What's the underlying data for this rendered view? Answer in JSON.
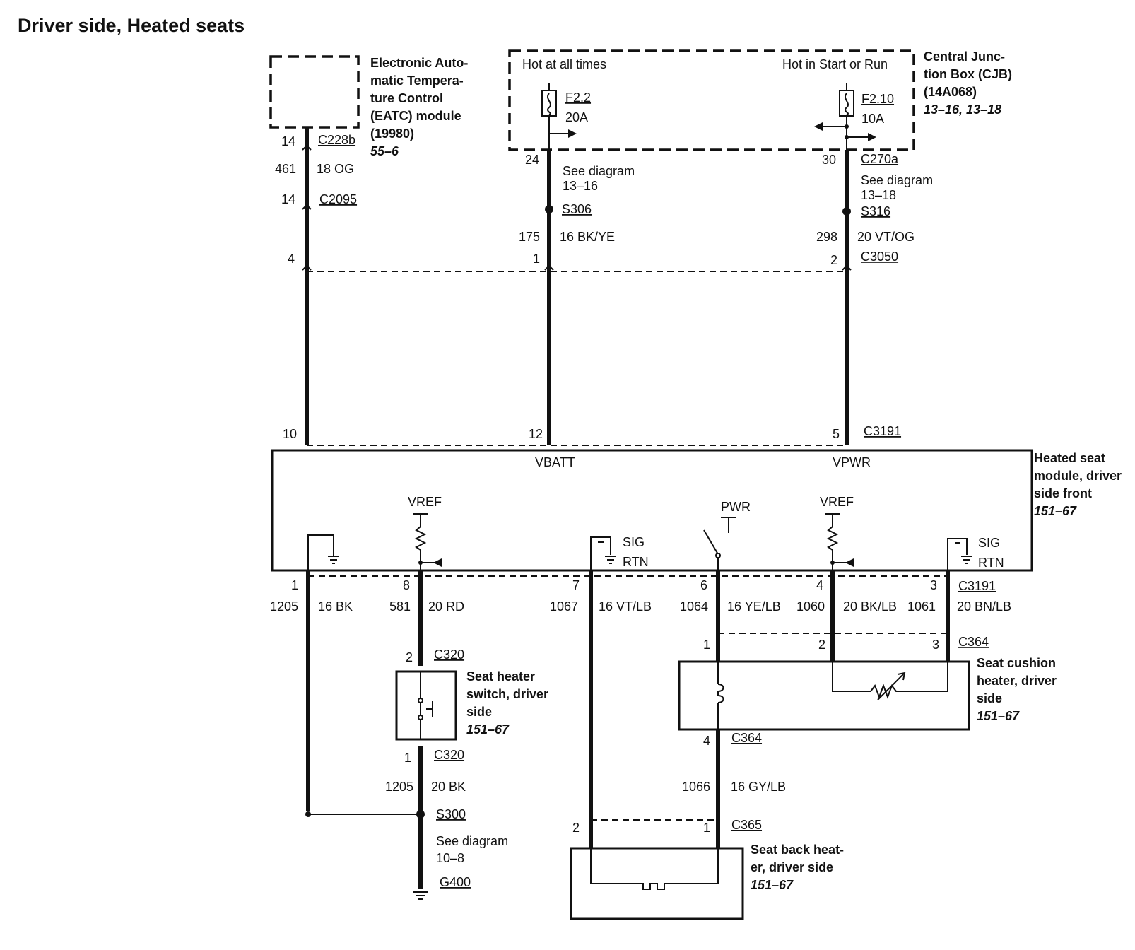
{
  "title": "Driver side, Heated seats",
  "components": {
    "eatc": {
      "lines": [
        "Electronic Auto-",
        "matic Tempera-",
        "ture Control",
        "(EATC) module",
        "(19980)"
      ],
      "ref": "55–6"
    },
    "cjb": {
      "lines": [
        "Central Junc-",
        "tion Box (CJB)",
        "(14A068)"
      ],
      "ref": "13–16, 13–18",
      "hot_all": "Hot at all times",
      "hot_start": "Hot in Start or Run"
    },
    "module": {
      "lines": [
        "Heated seat",
        "module, driver",
        "side front"
      ],
      "ref": "151–67"
    },
    "switch": {
      "lines": [
        "Seat heater",
        "switch, driver",
        "side"
      ],
      "ref": "151–67"
    },
    "cushion": {
      "lines": [
        "Seat cushion",
        "heater, driver",
        "side"
      ],
      "ref": "151–67"
    },
    "back": {
      "lines": [
        "Seat back heat-",
        "er, driver side"
      ],
      "ref": "151–67"
    }
  },
  "fuses": [
    {
      "id": "F2.2",
      "rating": "20A"
    },
    {
      "id": "F2.10",
      "rating": "10A"
    }
  ],
  "module_labels": {
    "vbatt": "VBATT",
    "vpwr": "VPWR",
    "vref": "VREF",
    "pwr": "PWR",
    "sig": "SIG",
    "rtn": "RTN"
  },
  "upper": {
    "eatc": {
      "pin_top": "14",
      "conn_top": "C228b",
      "circuit": "461",
      "wire": "18 OG",
      "pin_inline": "14",
      "conn_inline": "C2095",
      "pin_c3050": "4",
      "pin_c3191": "10"
    },
    "vbatt": {
      "pin_top": "24",
      "see": [
        "See diagram",
        "13–16"
      ],
      "splice": "S306",
      "circuit": "175",
      "wire": "16 BK/YE",
      "pin_c3050": "1",
      "pin_c3191": "12"
    },
    "vpwr": {
      "pin_top": "30",
      "conn_top": "C270a",
      "see": [
        "See diagram",
        "13–18"
      ],
      "splice": "S316",
      "circuit": "298",
      "wire": "20 VT/OG",
      "pin_c3050": "2",
      "conn_c3050": "C3050",
      "pin_c3191": "5",
      "conn_c3191": "C3191"
    }
  },
  "lower": {
    "conn": "C3191",
    "pins": [
      {
        "pin": "1",
        "circuit": "1205",
        "wire": "16 BK"
      },
      {
        "pin": "8",
        "circuit": "581",
        "wire": "20 RD"
      },
      {
        "pin": "7",
        "circuit": "1067",
        "wire": "16 VT/LB"
      },
      {
        "pin": "6",
        "circuit": "1064",
        "wire": "16 YE/LB"
      },
      {
        "pin": "4",
        "circuit": "1060",
        "wire": "20 BK/LB"
      },
      {
        "pin": "3",
        "circuit": "1061",
        "wire": "20 BN/LB"
      }
    ],
    "switch": {
      "pin_top": "2",
      "conn_top": "C320",
      "pin_bot": "1",
      "conn_bot": "C320",
      "circuit": "1205",
      "wire": "20 BK",
      "splice": "S300",
      "see": [
        "See diagram",
        "10–8"
      ],
      "ground": "G400"
    },
    "cushion": {
      "conn": "C364",
      "pins": [
        "1",
        "2",
        "3"
      ],
      "pin_out": "4",
      "conn_out": "C364",
      "circuit": "1066",
      "wire": "16 GY/LB"
    },
    "back": {
      "conn": "C365",
      "pins": [
        "2",
        "1"
      ]
    }
  }
}
